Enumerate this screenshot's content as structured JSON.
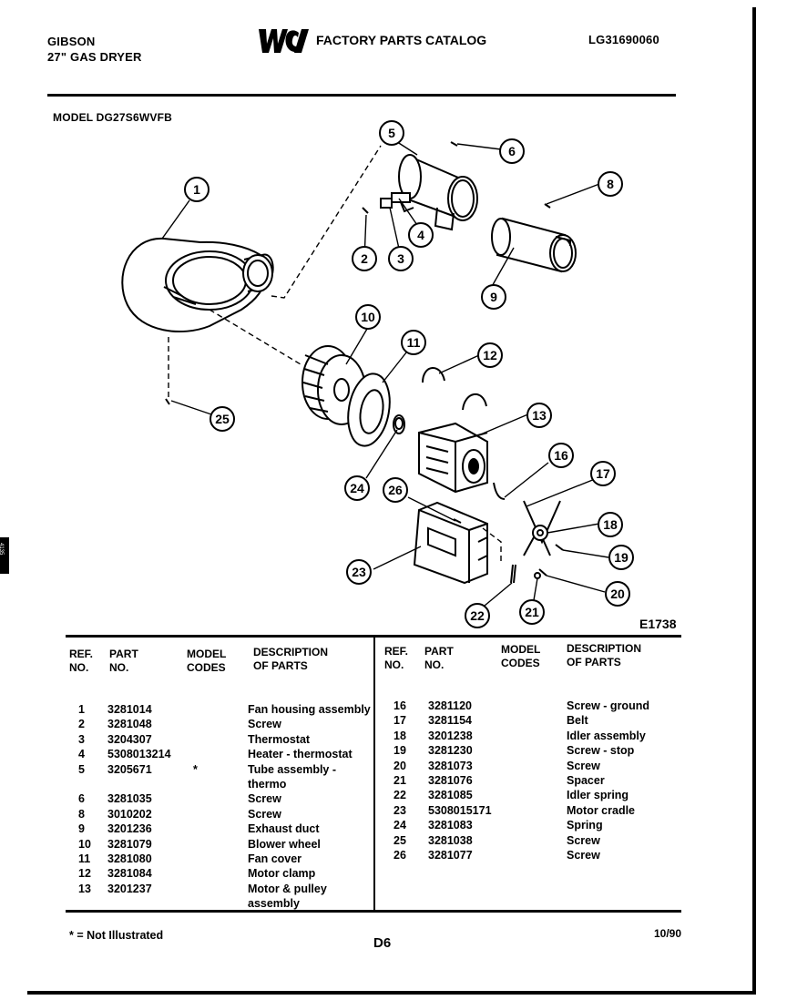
{
  "header": {
    "brand": "GIBSON",
    "product": "27\" GAS DRYER",
    "catalog_title": "FACTORY PARTS CATALOG",
    "logo_text": "WCI",
    "catalog_number": "LG31690060",
    "model": "MODEL DG27S6WVFB"
  },
  "side_mark": "4135",
  "diagram": {
    "figure_id": "E1738",
    "callouts": [
      "1",
      "2",
      "3",
      "4",
      "5",
      "6",
      "8",
      "9",
      "10",
      "11",
      "12",
      "13",
      "16",
      "17",
      "18",
      "19",
      "20",
      "21",
      "22",
      "23",
      "24",
      "25",
      "26"
    ]
  },
  "table": {
    "headers": {
      "ref": "REF. NO.",
      "part": "PART NO.",
      "model": "MODEL CODES",
      "desc": "DESCRIPTION OF PARTS"
    },
    "left_rows": [
      {
        "ref": "1",
        "part": "3281014",
        "code": "",
        "desc": "Fan housing assembly"
      },
      {
        "ref": "2",
        "part": "3281048",
        "code": "",
        "desc": "Screw"
      },
      {
        "ref": "3",
        "part": "3204307",
        "code": "",
        "desc": "Thermostat"
      },
      {
        "ref": "4",
        "part": "5308013214",
        "code": "",
        "desc": "Heater - thermostat"
      },
      {
        "ref": "5",
        "part": "3205671",
        "code": "*",
        "desc": "Tube assembly -"
      },
      {
        "ref": "",
        "part": "",
        "code": "",
        "desc": "thermo"
      },
      {
        "ref": "6",
        "part": "3281035",
        "code": "",
        "desc": "Screw"
      },
      {
        "ref": "8",
        "part": "3010202",
        "code": "",
        "desc": "Screw"
      },
      {
        "ref": "9",
        "part": "3201236",
        "code": "",
        "desc": "Exhaust duct"
      },
      {
        "ref": "10",
        "part": "3281079",
        "code": "",
        "desc": "Blower wheel"
      },
      {
        "ref": "11",
        "part": "3281080",
        "code": "",
        "desc": "Fan cover"
      },
      {
        "ref": "12",
        "part": "3281084",
        "code": "",
        "desc": "Motor clamp"
      },
      {
        "ref": "13",
        "part": "3201237",
        "code": "",
        "desc": "Motor & pulley"
      },
      {
        "ref": "",
        "part": "",
        "code": "",
        "desc": "assembly"
      }
    ],
    "right_rows": [
      {
        "ref": "16",
        "part": "3281120",
        "code": "",
        "desc": "Screw - ground"
      },
      {
        "ref": "17",
        "part": "3281154",
        "code": "",
        "desc": "Belt"
      },
      {
        "ref": "18",
        "part": "3201238",
        "code": "",
        "desc": "Idler assembly"
      },
      {
        "ref": "19",
        "part": "3281230",
        "code": "",
        "desc": "Screw - stop"
      },
      {
        "ref": "20",
        "part": "3281073",
        "code": "",
        "desc": "Screw"
      },
      {
        "ref": "21",
        "part": "3281076",
        "code": "",
        "desc": "Spacer"
      },
      {
        "ref": "22",
        "part": "3281085",
        "code": "",
        "desc": "Idler spring"
      },
      {
        "ref": "23",
        "part": "5308015171",
        "code": "",
        "desc": "Motor cradle"
      },
      {
        "ref": "24",
        "part": "3281083",
        "code": "",
        "desc": "Spring"
      },
      {
        "ref": "25",
        "part": "3281038",
        "code": "",
        "desc": "Screw"
      },
      {
        "ref": "26",
        "part": "3281077",
        "code": "",
        "desc": "Screw"
      }
    ]
  },
  "footer": {
    "note": "* = Not Illustrated",
    "page": "D6",
    "date": "10/90"
  }
}
